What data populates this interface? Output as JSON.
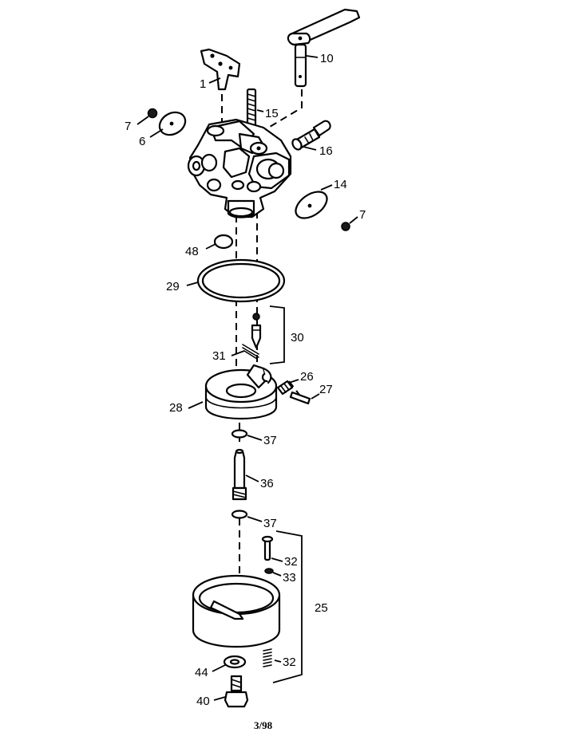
{
  "callouts": [
    {
      "id": "c10",
      "text": "10"
    },
    {
      "id": "c1",
      "text": "1"
    },
    {
      "id": "c15",
      "text": "15"
    },
    {
      "id": "c7a",
      "text": "7"
    },
    {
      "id": "c6",
      "text": "6"
    },
    {
      "id": "c16",
      "text": "16"
    },
    {
      "id": "c14",
      "text": "14"
    },
    {
      "id": "c7b",
      "text": "7"
    },
    {
      "id": "c48",
      "text": "48"
    },
    {
      "id": "c29",
      "text": "29"
    },
    {
      "id": "c30",
      "text": "30"
    },
    {
      "id": "c31",
      "text": "31"
    },
    {
      "id": "c26",
      "text": "26"
    },
    {
      "id": "c27",
      "text": "27"
    },
    {
      "id": "c28",
      "text": "28"
    },
    {
      "id": "c37a",
      "text": "37"
    },
    {
      "id": "c36",
      "text": "36"
    },
    {
      "id": "c37b",
      "text": "37"
    },
    {
      "id": "c32a",
      "text": "32"
    },
    {
      "id": "c33",
      "text": "33"
    },
    {
      "id": "c25",
      "text": "25"
    },
    {
      "id": "c44",
      "text": "44"
    },
    {
      "id": "c32b",
      "text": "32"
    },
    {
      "id": "c40",
      "text": "40"
    }
  ],
  "footer": {
    "date_code": "3/98"
  }
}
